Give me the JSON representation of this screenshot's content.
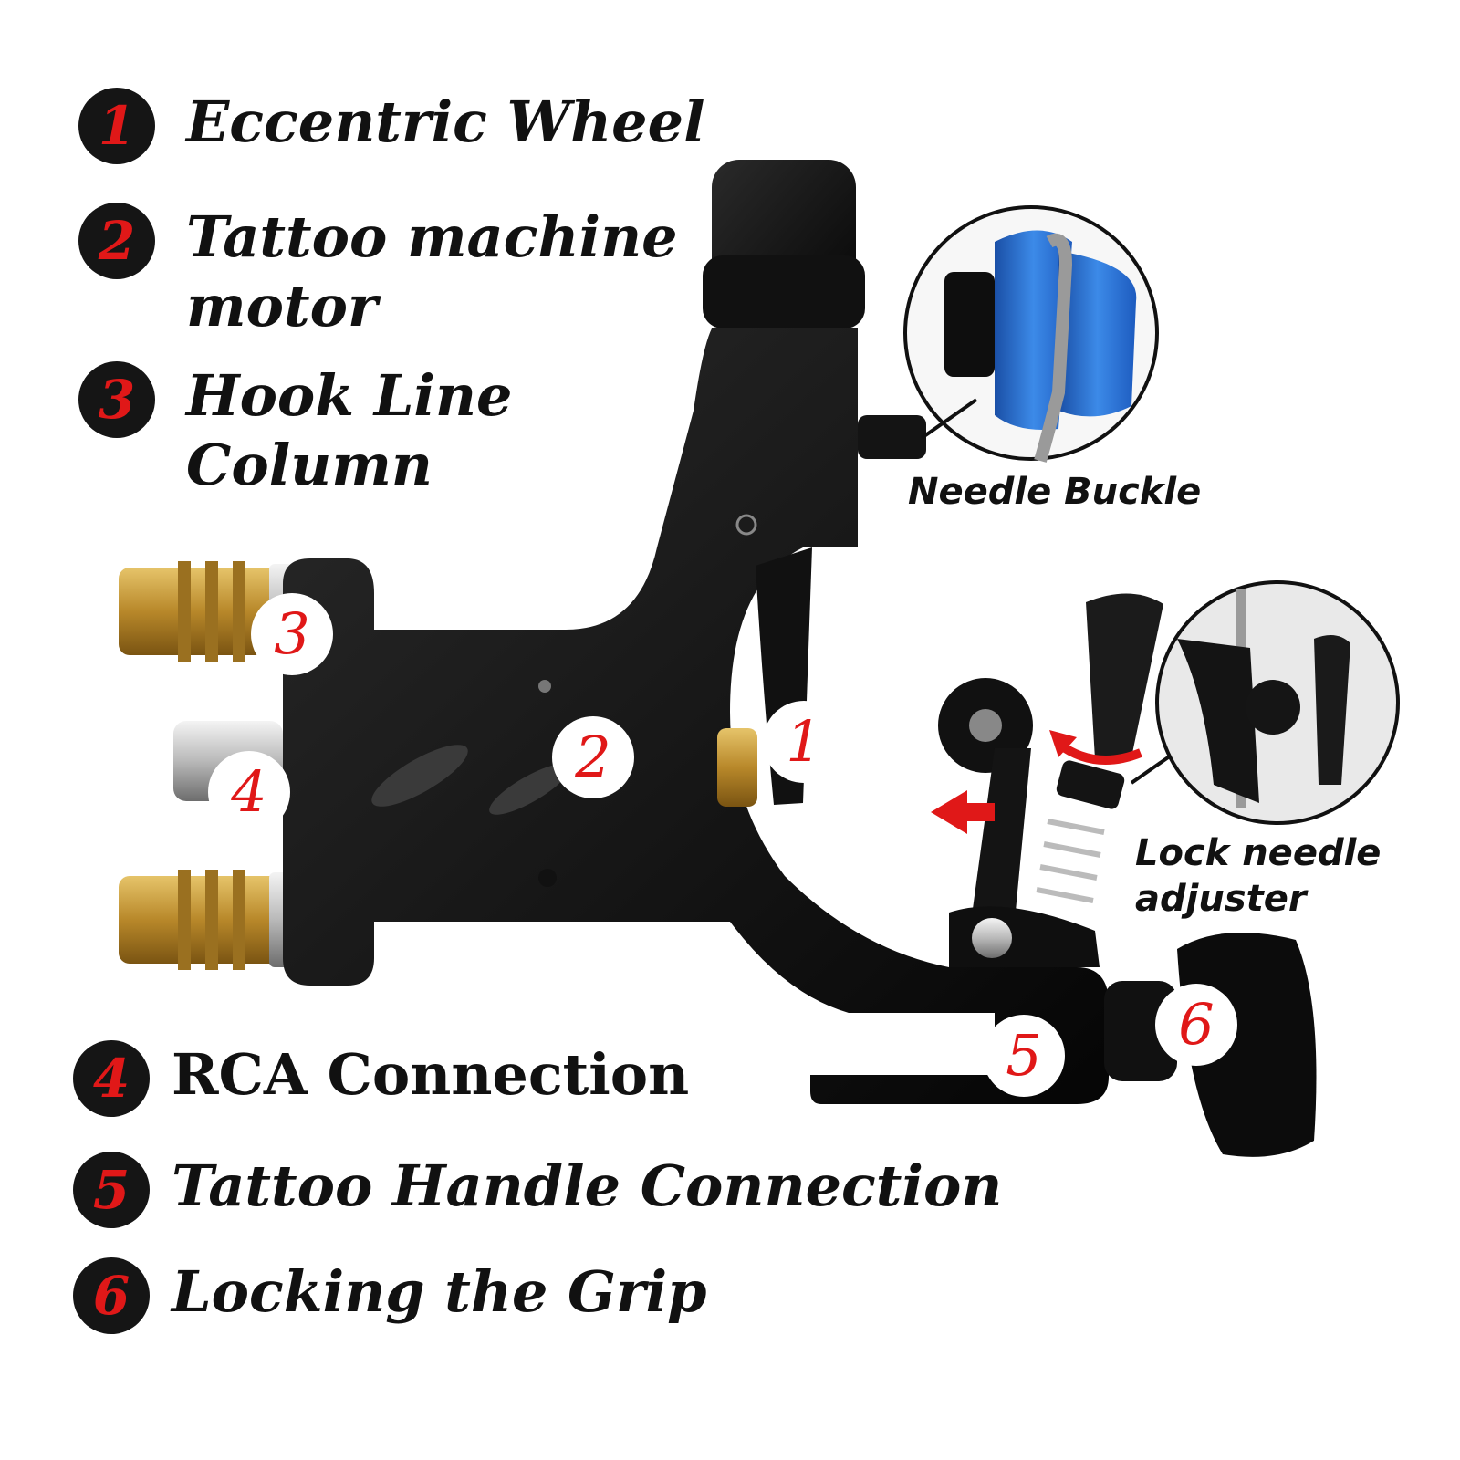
{
  "legend": [
    {
      "number": "1",
      "lines": [
        "Eccentric Wheel"
      ]
    },
    {
      "number": "2",
      "lines": [
        "Tattoo machine",
        "motor"
      ]
    },
    {
      "number": "3",
      "lines": [
        "Hook Line",
        "Column"
      ]
    },
    {
      "number": "4",
      "lines": [
        "RCA Connection"
      ]
    },
    {
      "number": "5",
      "lines": [
        "Tattoo Handle Connection"
      ]
    },
    {
      "number": "6",
      "lines": [
        "Locking the Grip"
      ]
    }
  ],
  "callouts": [
    "1",
    "2",
    "3",
    "4",
    "5",
    "6"
  ],
  "insets": {
    "needle_buckle": "Needle Buckle",
    "lock_needle_adjuster": [
      "Lock needle",
      "adjuster"
    ]
  },
  "colors": {
    "accent_red": "#e01818",
    "badge_black": "#151515",
    "machine_black": "#0b0b0b",
    "brass": "#c9a13a",
    "blue_grip": "#1f6fd1"
  }
}
